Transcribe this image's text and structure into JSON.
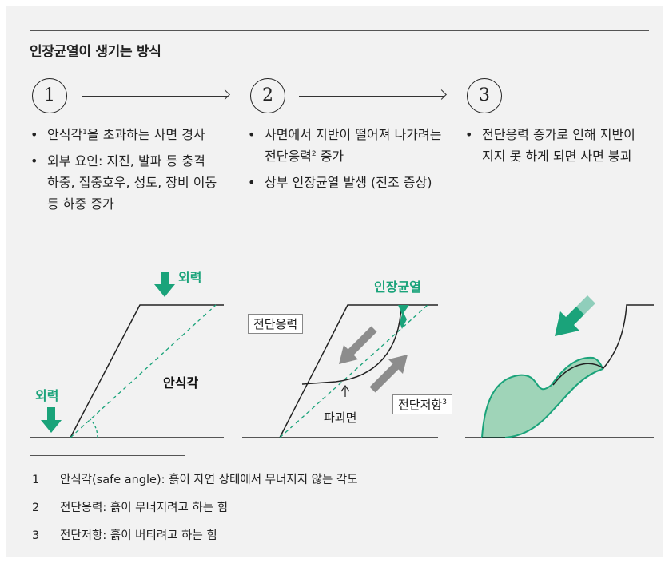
{
  "title": "인장균열이 생기는 방식",
  "steps": [
    {
      "number": "1",
      "bullets": [
        {
          "text": "안식각",
          "sup": "1",
          "rest": "을 초과하는 사면 경사"
        },
        {
          "text": "외부 요인: 지진, 발파 등 충격 하중, 집중호우, 성토, 장비 이동 등 하중 증가",
          "sup": "",
          "rest": ""
        }
      ]
    },
    {
      "number": "2",
      "bullets": [
        {
          "text": "사면에서 지반이 떨어져 나가려는 전단응력",
          "sup": "2",
          "rest": " 증가"
        },
        {
          "text": "상부 인장균열 발생 (전조 증상)",
          "sup": "",
          "rest": ""
        }
      ]
    },
    {
      "number": "3",
      "bullets": [
        {
          "text": "전단응력 증가로 인해 지반이 지지 못 하게 되면 사면 붕괴",
          "sup": "",
          "rest": ""
        }
      ]
    }
  ],
  "diagram1": {
    "force_top": "외력",
    "force_left": "외력",
    "angle_label": "안식각"
  },
  "diagram2": {
    "crack_label": "인장균열",
    "stress_label": "전단응력",
    "resist_label": "전단저항",
    "resist_sup": "3",
    "failure_label": "파괴면"
  },
  "footnotes": [
    {
      "num": "1",
      "text": "안식각(safe angle): 흙이 자연 상태에서 무너지지 않는 각도"
    },
    {
      "num": "2",
      "text": "전단응력: 흙이 무너지려고 하는 힘"
    },
    {
      "num": "3",
      "text": "전단저항: 흙이 버티려고 하는 힘"
    }
  ],
  "colors": {
    "accent": "#1aa37a",
    "fill": "#9fd4b8",
    "grey_arrow": "#8c8c8c",
    "background": "#f2f2f2"
  }
}
